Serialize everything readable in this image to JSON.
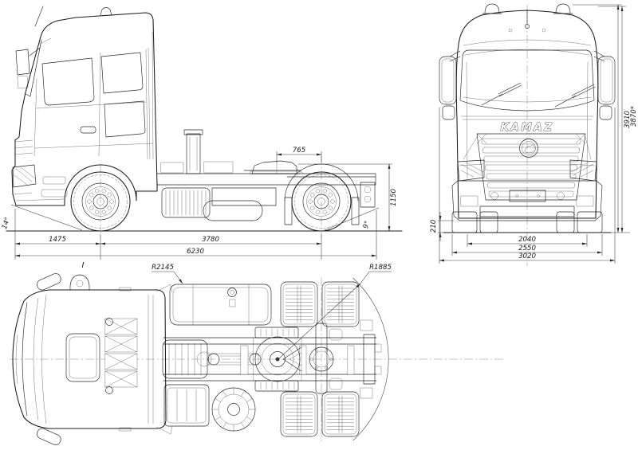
{
  "side_view": {
    "dim_saddle_to_rear_axle": "765",
    "dim_saddle_height": "1150",
    "dim_front_overhang": "1475",
    "dim_wheelbase": "3780",
    "dim_overall_length": "6230",
    "angle_approach": "14°",
    "angle_departure": "9°"
  },
  "front_view": {
    "brand_logo": "KAMAZ",
    "dim_clearance": "210",
    "dim_track": "2040",
    "dim_width_body": "2550",
    "dim_width_overall": "3020",
    "dim_height_overall": "3910",
    "dim_height_cab": "3870*"
  },
  "top_view": {
    "radius_front": "R2145",
    "radius_rear": "R1885",
    "view_mark": "I"
  }
}
